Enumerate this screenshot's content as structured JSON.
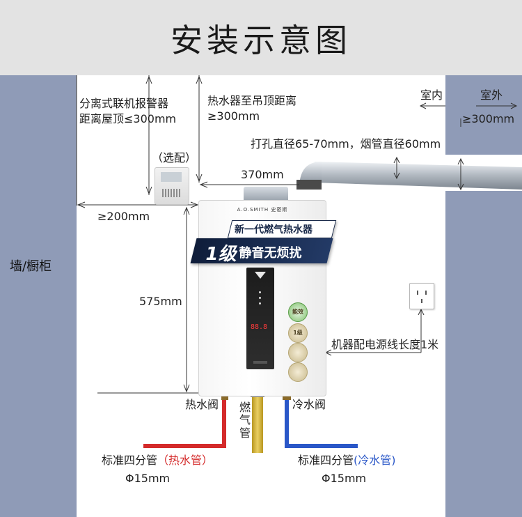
{
  "title": "安装示意图",
  "wall_label": "墙/橱柜",
  "indoor_label": "室内",
  "outdoor_label": "室外",
  "outdoor_clearance": "≥300mm",
  "alarm": {
    "line1": "分离式联机报警器",
    "line2": "距离屋顶≤300mm",
    "optional": "（选配）"
  },
  "ceiling": {
    "line1": "热水器至吊顶距离",
    "line2": "≥300mm"
  },
  "hole_spec": "打孔直径65-70mm，烟管直径60mm",
  "flue_length": "370mm",
  "side_clearance": "≥200mm",
  "height": "575mm",
  "power_cord": "机器配电源线长度1米",
  "heater": {
    "brand": "A.O.SMITH 史密斯",
    "badge_line1": "新一代燃气热水器",
    "badge_level": "1级",
    "badge_line2": "静音无烦扰",
    "panel_digits": "88.8",
    "knob1": "能效",
    "knob2": "1级",
    "knob3": "",
    "knob4": ""
  },
  "valves": {
    "hot_valve": "热水阀",
    "gas_pipe": "燃气管",
    "cold_valve": "冷水阀"
  },
  "hot_pipe": {
    "label": "标准四分管",
    "type": "（热水管）",
    "diameter": "Φ15mm",
    "color": "#d42a2a"
  },
  "cold_pipe": {
    "label": "标准四分管",
    "type": "(冷水管)",
    "diameter": "Φ15mm",
    "color": "#2a57c8"
  },
  "colors": {
    "wall": "#8f9bb7",
    "header": "#e3e3e3",
    "gas_pipe": "#d7b641",
    "flue": "#b5bcc4"
  }
}
